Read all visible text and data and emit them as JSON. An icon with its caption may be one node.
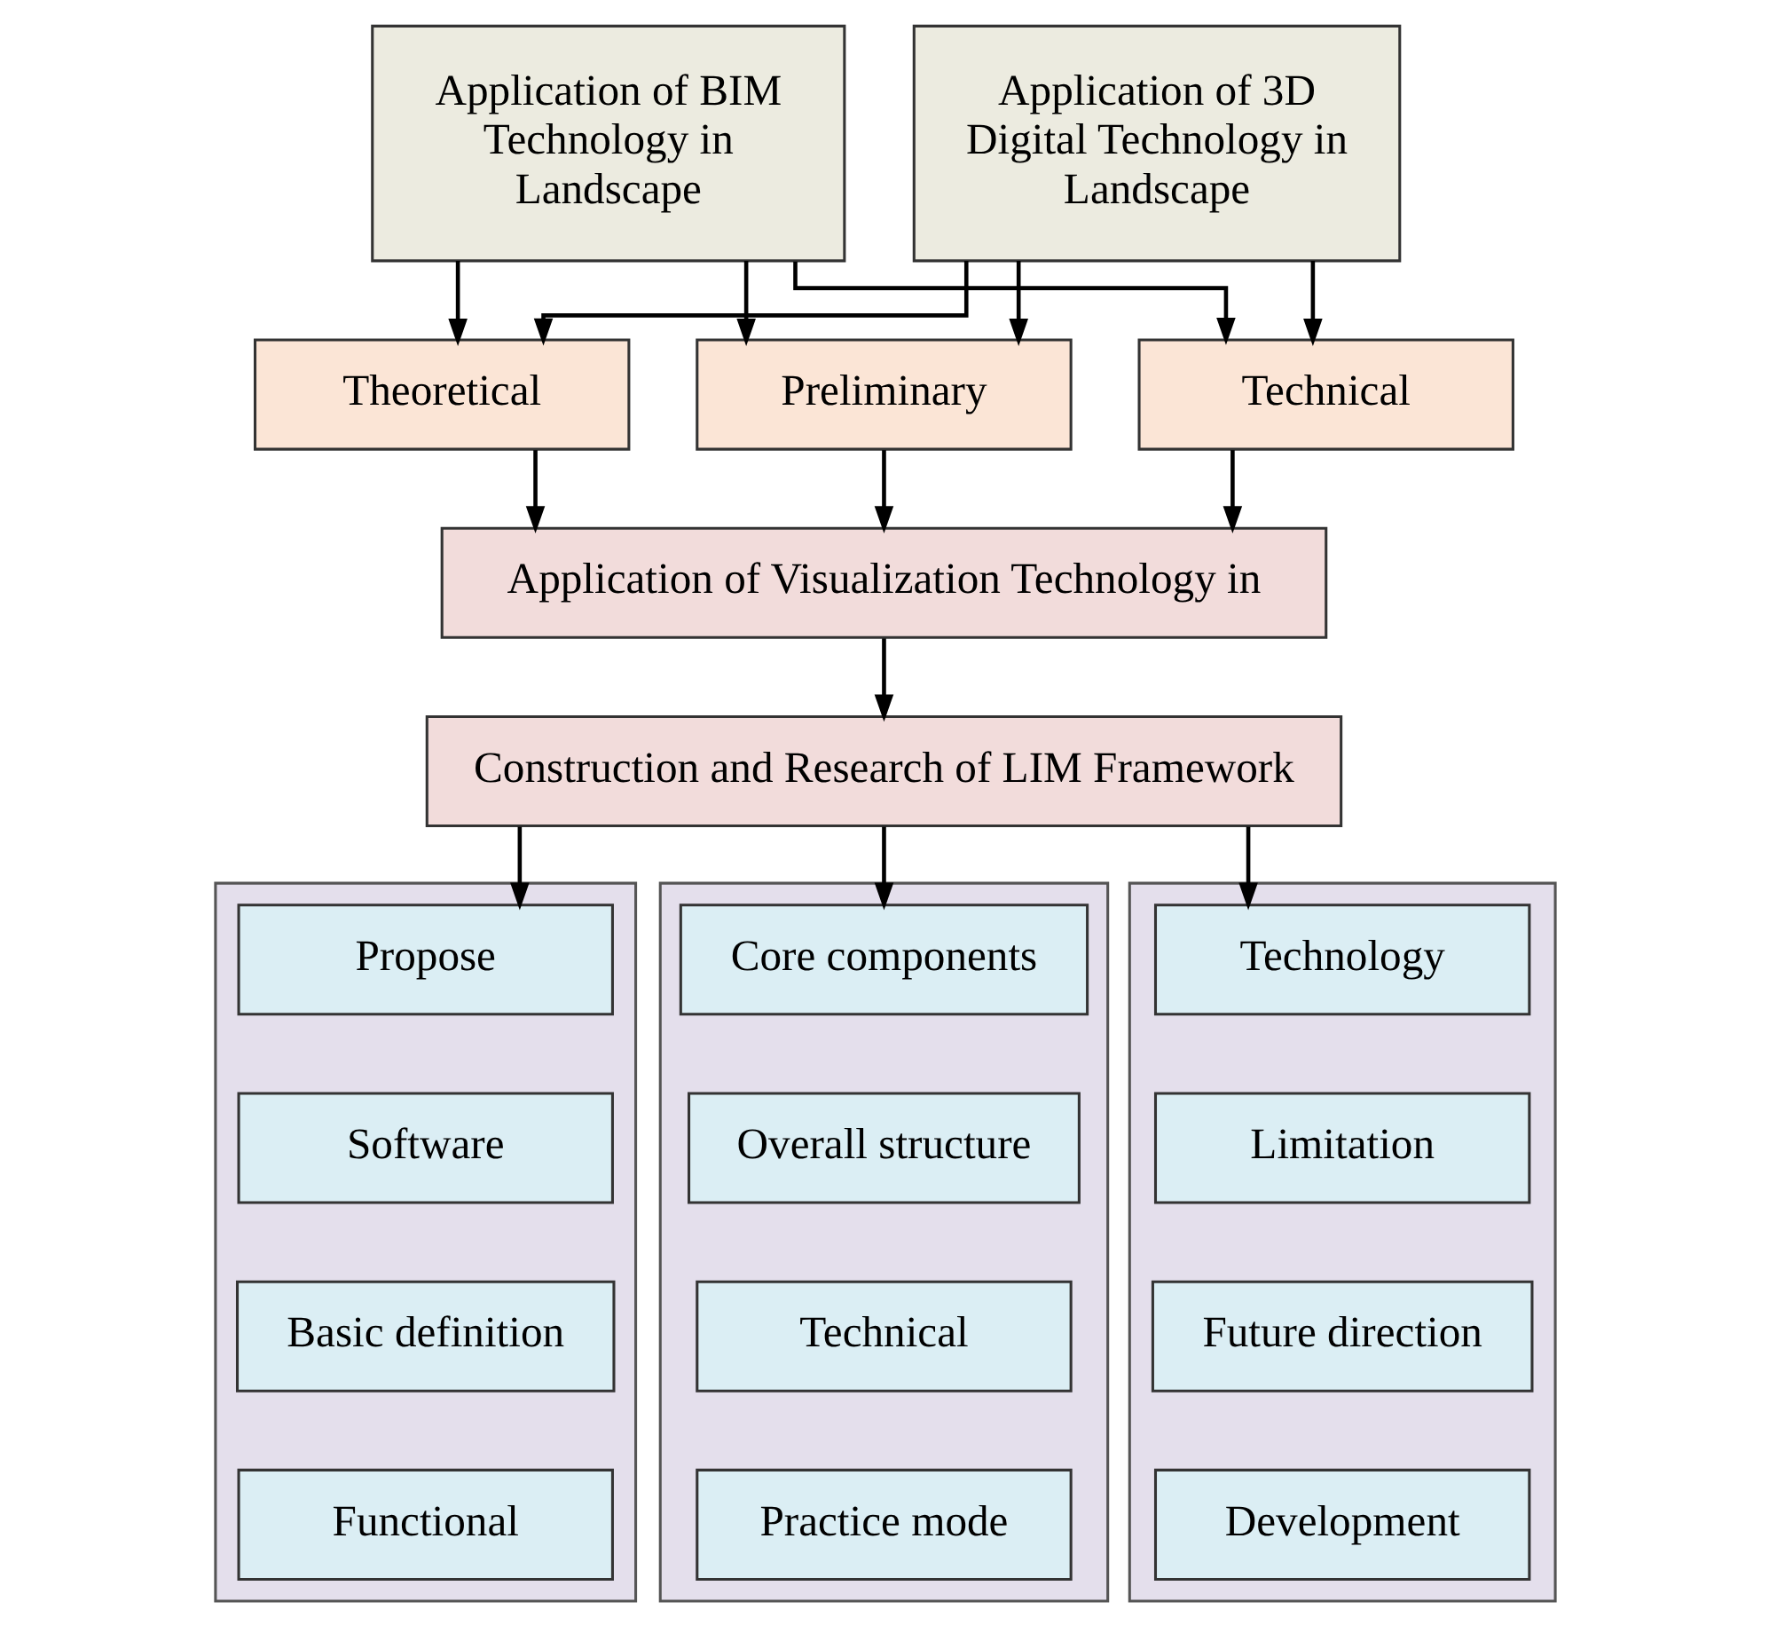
{
  "diagram": {
    "nodes": [
      {
        "text": [
          "Application of BIM Technology in Landscape"
        ]
      },
      {
        "text": [
          "Application of 3D Digital Technology in Landscape"
        ]
      },
      {
        "text": [
          "Theoretical"
        ]
      },
      {
        "text": [
          "Preliminary"
        ]
      },
      {
        "text": [
          "Technical"
        ]
      },
      {
        "text": [
          "Application of Visualization Technology in"
        ]
      },
      {
        "text": [
          "Construction and Research of LIM Framework"
        ]
      },
      {
        "text": [],
        "shape": "box"
      },
      {
        "text": [
          "Propose"
        ],
        "in": 7
      },
      {
        "text": [
          "Software"
        ],
        "in": 7
      },
      {
        "text": [
          "Basic definition"
        ],
        "in": 7
      },
      {
        "text": [
          "Functional"
        ],
        "in": 7
      },
      {
        "text": [],
        "shape": "box"
      },
      {
        "text": [
          "Core components"
        ],
        "in": 12
      },
      {
        "text": [
          "Overall structure"
        ],
        "in": 12
      },
      {
        "text": [
          "Technical"
        ],
        "in": 12
      },
      {
        "text": [
          "Practice mode"
        ],
        "in": 12
      },
      {
        "text": [],
        "shape": "box"
      },
      {
        "text": [
          "Technology"
        ],
        "in": 17
      },
      {
        "text": [
          "Limitation"
        ],
        "in": 17
      },
      {
        "text": [
          "Future direction"
        ],
        "in": 17
      },
      {
        "text": [
          "Development"
        ],
        "in": 17
      }
    ],
    "edges": [
      {
        "from": 0,
        "to": 2,
        "arrow": "to"
      },
      {
        "from": 0,
        "to": 3,
        "arrow": "to"
      },
      {
        "from": 0,
        "to": 4,
        "arrow": "to"
      },
      {
        "from": 1,
        "to": 2,
        "arrow": "to"
      },
      {
        "from": 1,
        "to": 3,
        "arrow": "to"
      },
      {
        "from": 1,
        "to": 4,
        "arrow": "to"
      },
      {
        "from": 2,
        "to": 5,
        "arrow": "to"
      },
      {
        "from": 3,
        "to": 5,
        "arrow": "to"
      },
      {
        "from": 4,
        "to": 5,
        "arrow": "to"
      },
      {
        "from": 5,
        "to": 6,
        "arrow": "to"
      },
      {
        "from": 6,
        "to": 8,
        "arrow": "to"
      },
      {
        "from": 6,
        "to": 13,
        "arrow": "to"
      },
      {
        "from": 6,
        "to": 18,
        "arrow": "to"
      }
    ]
  }
}
